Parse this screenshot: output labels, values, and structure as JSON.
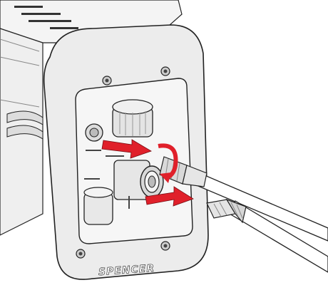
{
  "diagram": {
    "brand_label": "SPENCER",
    "panel_texts": {
      "a": "",
      "b": "",
      "c": ""
    }
  },
  "colors": {
    "arrow": "#e0202a",
    "outline": "#222222",
    "body_fill": "#ececec",
    "panel_fill": "#f6f6f6",
    "hose_fill": "#ffffff",
    "fitting_fill": "#d9d9d9"
  },
  "icons": {
    "insert_arrow_upper": "arrow-right",
    "insert_arrow_lower": "arrow-right",
    "rotation_arrow": "curved-arrow-clockwise"
  }
}
